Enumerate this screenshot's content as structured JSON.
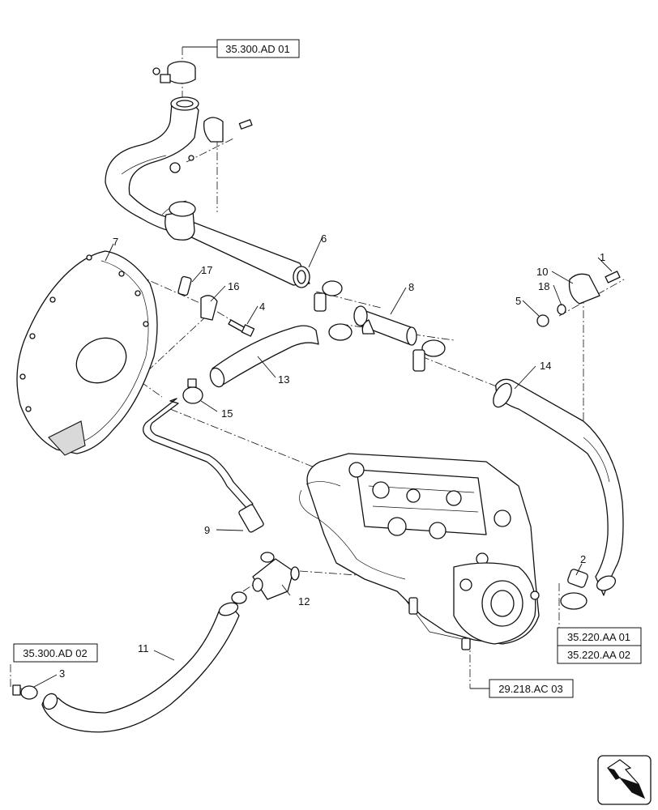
{
  "callouts": [
    {
      "id": "c1",
      "label": "1"
    },
    {
      "id": "c2",
      "label": "2"
    },
    {
      "id": "c3",
      "label": "3"
    },
    {
      "id": "c4",
      "label": "4"
    },
    {
      "id": "c5",
      "label": "5"
    },
    {
      "id": "c6",
      "label": "6"
    },
    {
      "id": "c7",
      "label": "7"
    },
    {
      "id": "c8",
      "label": "8"
    },
    {
      "id": "c9",
      "label": "9"
    },
    {
      "id": "c10",
      "label": "10"
    },
    {
      "id": "c11",
      "label": "11"
    },
    {
      "id": "c12",
      "label": "12"
    },
    {
      "id": "c13",
      "label": "13"
    },
    {
      "id": "c14",
      "label": "14"
    },
    {
      "id": "c15",
      "label": "15"
    },
    {
      "id": "c16",
      "label": "16"
    },
    {
      "id": "c17",
      "label": "17"
    },
    {
      "id": "c18",
      "label": "18"
    }
  ],
  "references": {
    "ref_top": "35.300.AD 01",
    "ref_left": "35.300.AD 02",
    "ref_right_1": "35.220.AA 01",
    "ref_right_2": "35.220.AA 02",
    "ref_bottom": "29.218.AC 03"
  },
  "icons": {
    "nav": "direction-arrow-icon"
  }
}
